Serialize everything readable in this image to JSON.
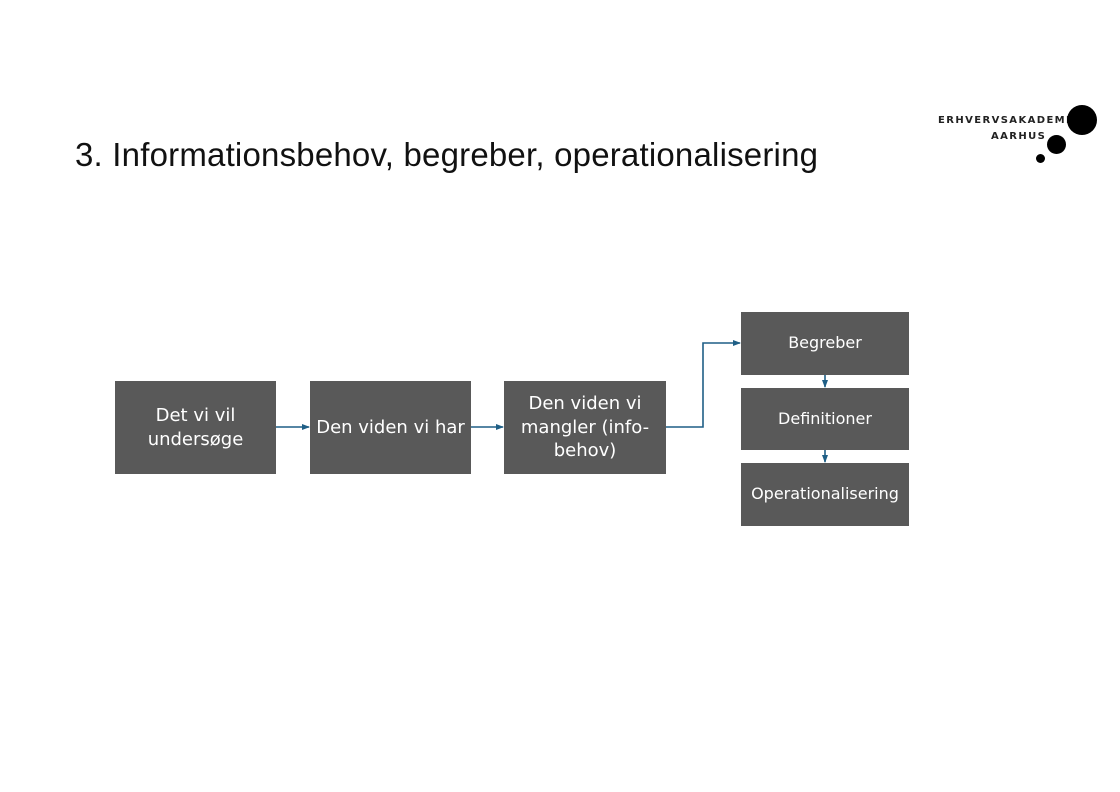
{
  "slide": {
    "title": "3. Informationsbehov, begreber, operationalisering"
  },
  "logo": {
    "line1": "ERHVERVSAKADEMI",
    "line2": "AARHUS"
  },
  "flow": {
    "step1": "Det vi vil undersøge",
    "step2": "Den viden vi har",
    "step3": "Den viden vi mangler (info-behov)",
    "sub1": "Begreber",
    "sub2": "Definitioner",
    "sub3": "Operationalisering"
  },
  "colors": {
    "box_fill": "#595959",
    "connector": "#1f5f86",
    "title_text": "#111111"
  }
}
